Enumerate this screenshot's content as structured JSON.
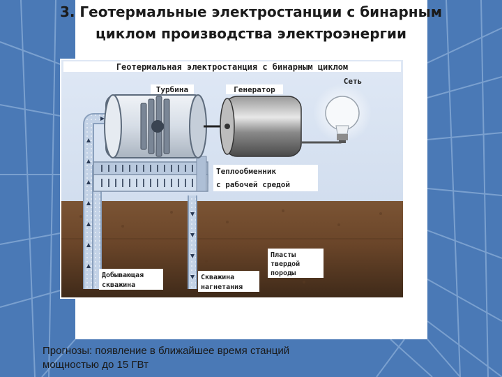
{
  "slide": {
    "title_line1": "3. Геотермальные электростанции с бинарным",
    "title_line2": "циклом производства электроэнергии",
    "note_line1": "Прогнозы: появление в ближайшее время станций",
    "note_line2": "мощностью до 15 ГВт"
  },
  "diagram": {
    "title": "Геотермальная электростанция с бинарным циклом",
    "turbine_label": "Турбина",
    "generator_label": "Генератор",
    "grid_label": "Сеть",
    "exchanger_label_1": "Теплообменник",
    "exchanger_label_2": "с рабочей средой",
    "production_well_1": "Добывающая",
    "production_well_2": "скважина",
    "injection_well_1": "Скважина",
    "injection_well_2": "нагнетания",
    "rock_1": "Пласты",
    "rock_2": "твердой",
    "rock_3": "породы"
  },
  "colors": {
    "background_blue": "#4a79b6",
    "sky": "#d9e4f2",
    "soil_top": "#7b5434",
    "soil_bottom": "#3f2a19"
  }
}
